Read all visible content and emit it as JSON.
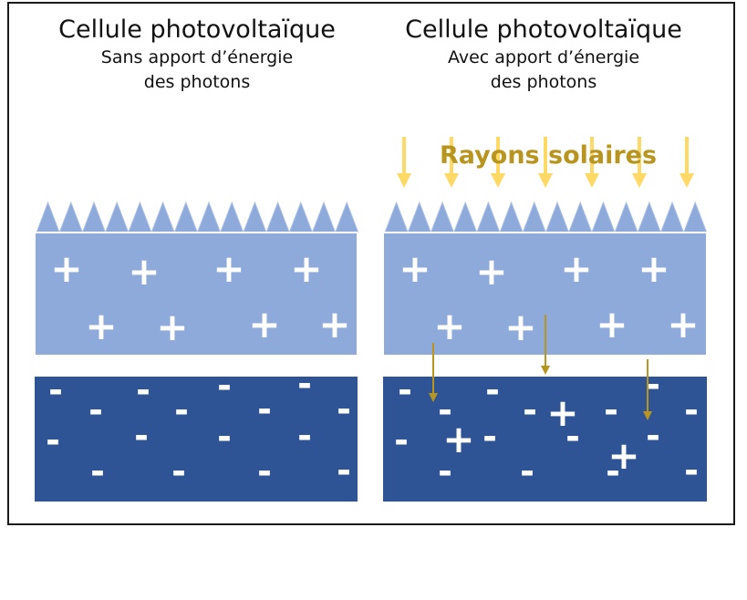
{
  "left_panel": {
    "title": "Cellule photovoltaïque",
    "subtitle_line1": "Sans apport d’énergie",
    "subtitle_line2": "des photons"
  },
  "right_panel": {
    "title": "Cellule photovoltaïque",
    "subtitle_line1": "Avec apport d’énergie",
    "subtitle_line2": "des photons",
    "rays_label": "Rayons solaires"
  },
  "symbols": {
    "plus": "+",
    "minus": "-"
  },
  "colors": {
    "p_layer": "#8eaadb",
    "p_layer_border": "#ffffff",
    "n_layer": "#2f5496",
    "texture": "#8eaadb",
    "sun_arrow": "#ffd966",
    "electron_arrow": "#b8951e",
    "rays_text": "#b8951e"
  }
}
